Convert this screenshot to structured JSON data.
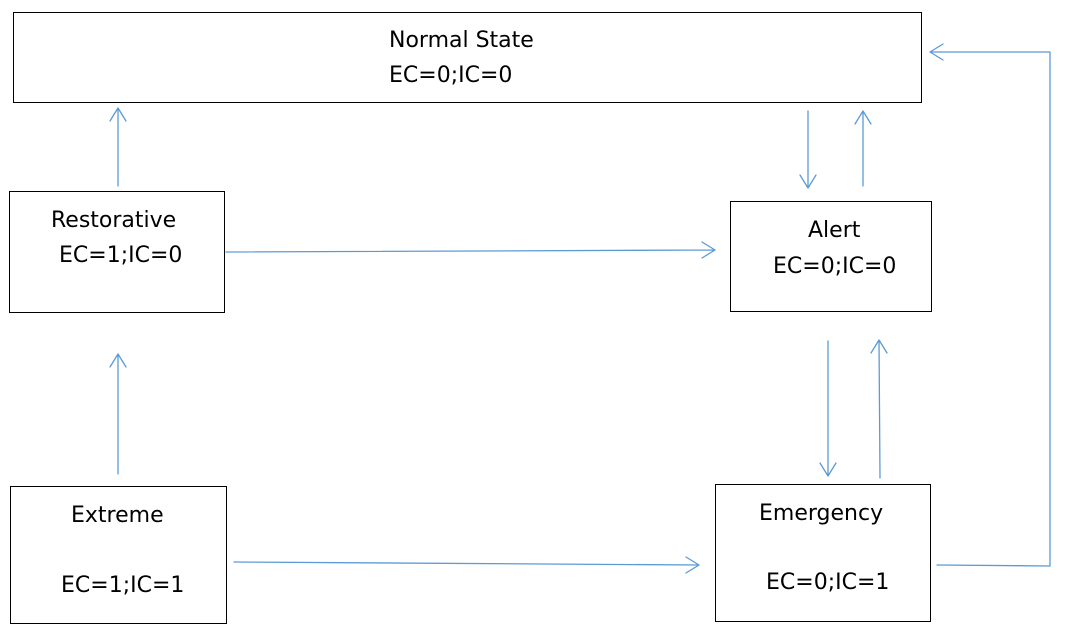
{
  "diagram": {
    "line_color": "#5b9bd5",
    "border_color": "#000000",
    "states": {
      "normal": {
        "title": "Normal State",
        "condition": "EC=0;IC=0"
      },
      "restorative": {
        "title": "Restorative",
        "condition": "EC=1;IC=0"
      },
      "alert": {
        "title": "Alert",
        "condition": "EC=0;IC=0"
      },
      "extreme": {
        "title": "Extreme",
        "condition": "EC=1;IC=1"
      },
      "emergency": {
        "title": "Emergency",
        "condition": "EC=0;IC=1"
      }
    }
  }
}
